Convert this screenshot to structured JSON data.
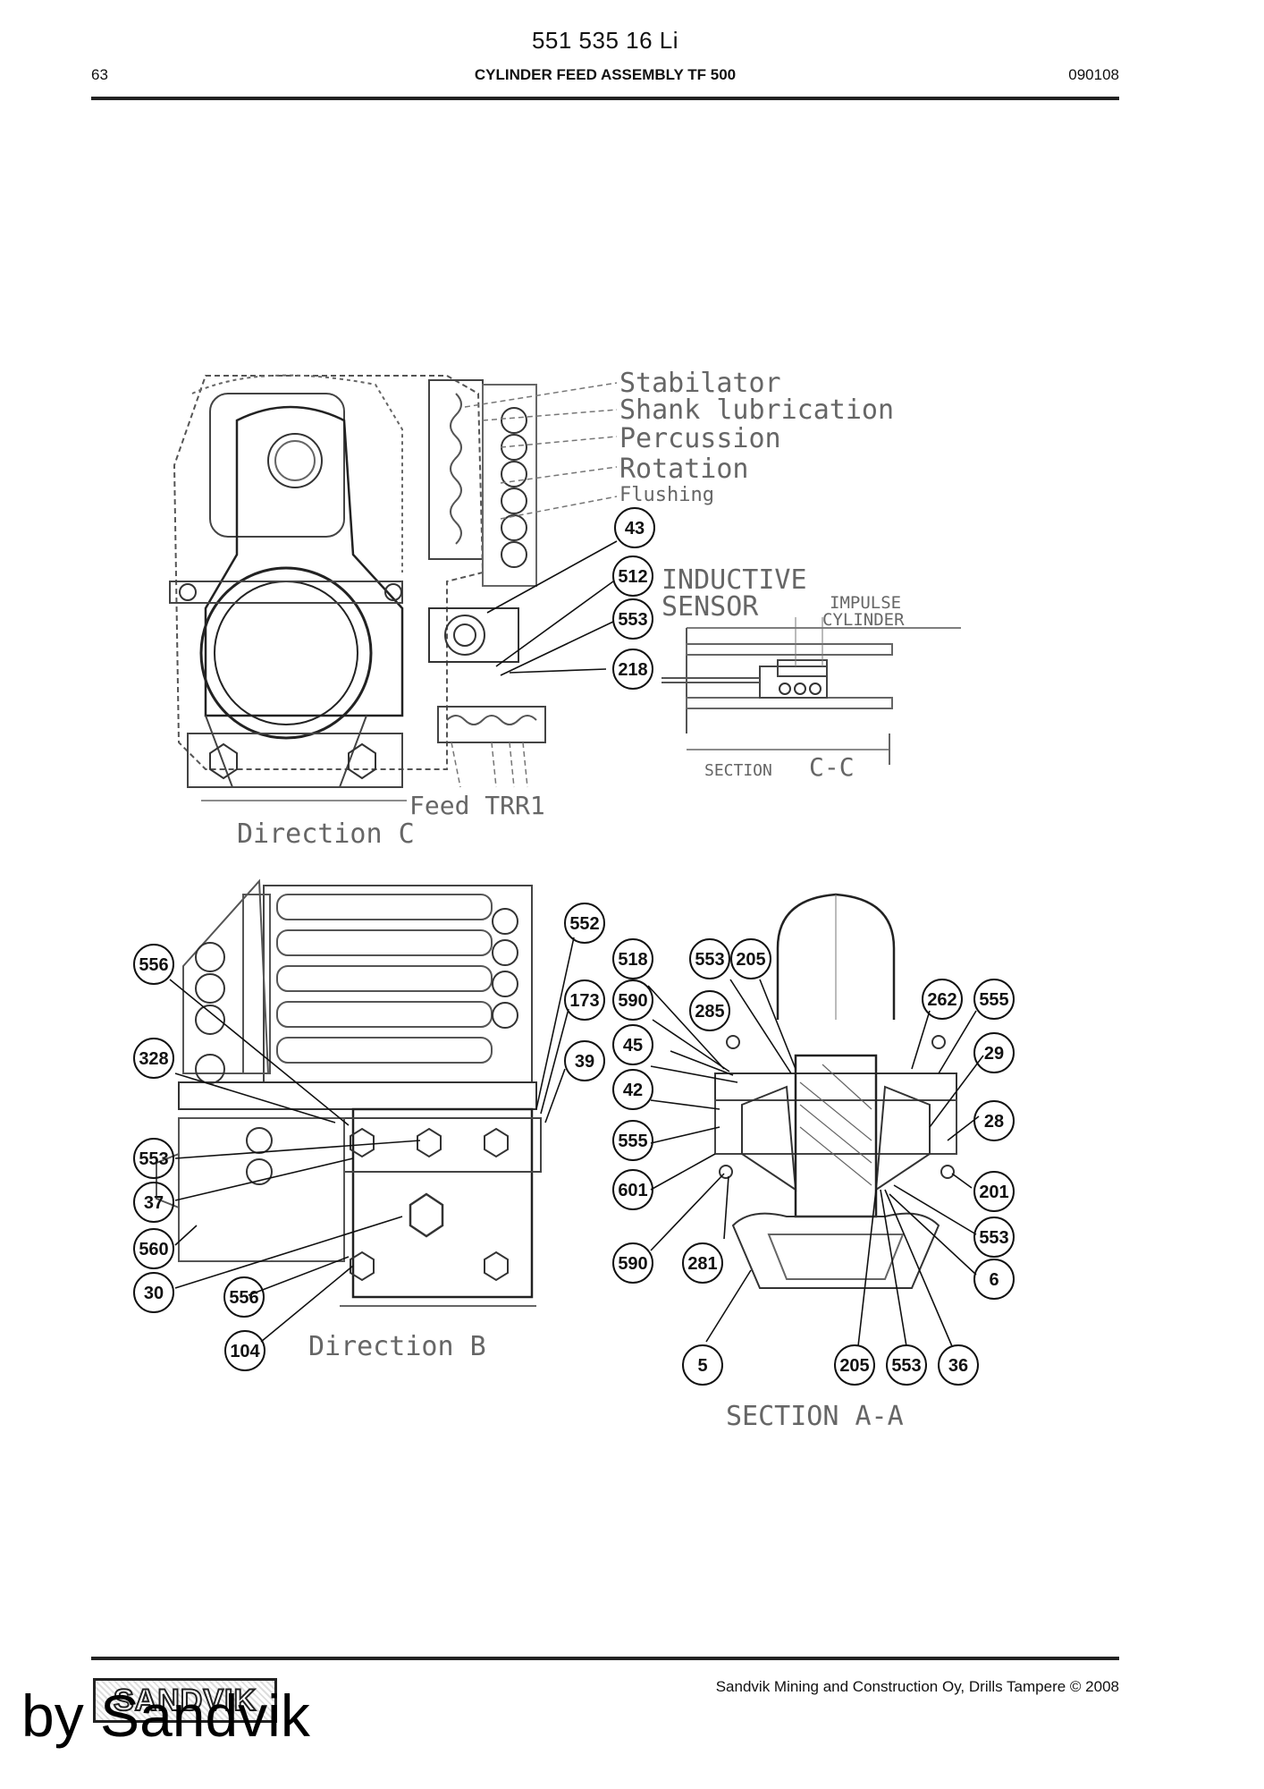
{
  "header": {
    "doc_code": "551 535 16 Li",
    "page_number": "63",
    "title": "CYLINDER FEED ASSEMBLY TF 500",
    "date": "090108"
  },
  "diagram_labels": {
    "hoses": [
      "Stabilator",
      "Shank lubrication",
      "Percussion",
      "Rotation",
      "Flushing"
    ],
    "feed_trr1": "Feed TRR1",
    "direction_c": "Direction C",
    "inductive_sensor_1": "INDUCTIVE",
    "inductive_sensor_2": "SENSOR",
    "impulse_cylinder_1": "IMPULSE",
    "impulse_cylinder_2": "CYLINDER",
    "section_cc_1": "SECTION",
    "section_cc_2": "C-C",
    "direction_b": "Direction B",
    "section_aa": "SECTION A-A"
  },
  "callouts": {
    "c43": "43",
    "c512": "512",
    "c553a": "553",
    "c218": "218",
    "c552": "552",
    "c556a": "556",
    "c173": "173",
    "c328": "328",
    "c39": "39",
    "c553b": "553",
    "c37": "37",
    "c560": "560",
    "c30": "30",
    "c556b": "556",
    "c104": "104",
    "c518": "518",
    "c553c": "553",
    "c205a": "205",
    "c590a": "590",
    "c285": "285",
    "c45": "45",
    "c42": "42",
    "c555a": "555",
    "c601": "601",
    "c590b": "590",
    "c281": "281",
    "c262": "262",
    "c555b": "555",
    "c29": "29",
    "c28": "28",
    "c201": "201",
    "c553d": "553",
    "c6": "6",
    "c5": "5",
    "c205b": "205",
    "c553e": "553",
    "c36": "36"
  },
  "footer": {
    "company": "Sandvik Mining and Construction Oy, Drills Tampere © 2008",
    "logo_text": "SANDVIK",
    "watermark": "by Sandvik"
  }
}
